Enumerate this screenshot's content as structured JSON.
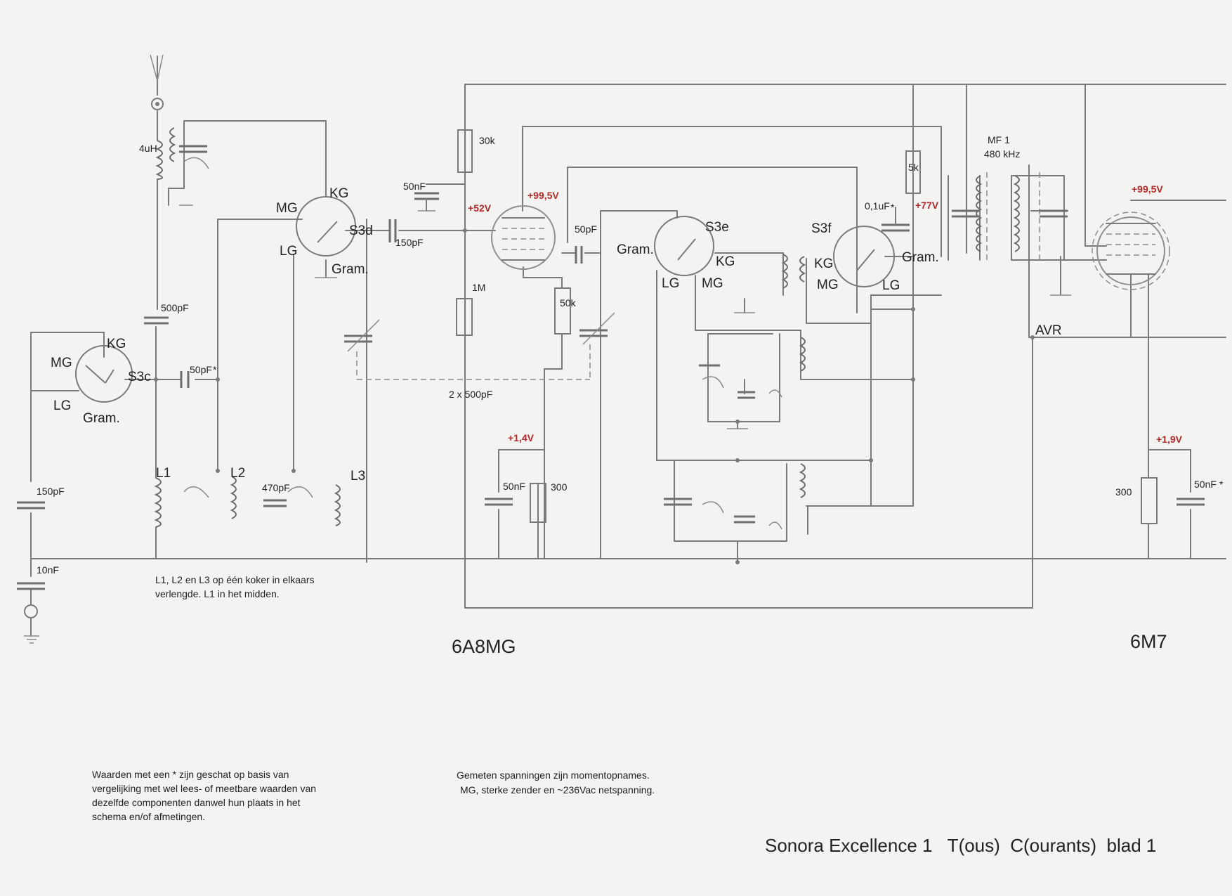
{
  "antenna": {
    "inductor": "4uH"
  },
  "switches": {
    "s3c": {
      "name": "S3c",
      "kg": "KG",
      "mg": "MG",
      "lg": "LG",
      "gram": "Gram."
    },
    "s3d": {
      "name": "S3d",
      "kg": "KG",
      "mg": "MG",
      "lg": "LG",
      "gram": "Gram."
    },
    "s3e": {
      "name": "S3e",
      "kg": "KG",
      "mg": "MG",
      "lg": "LG",
      "gram": "Gram."
    },
    "s3f": {
      "name": "S3f",
      "kg": "KG",
      "mg": "MG",
      "lg": "LG",
      "gram": "Gram."
    }
  },
  "components": {
    "c500": "500pF",
    "c50a": "50pF",
    "c150a": "150pF",
    "c10n": "10nF",
    "l1": "L1",
    "l2": "L2",
    "l3": "L3",
    "c470": "470pF",
    "c50n_top": "50nF",
    "c150b": "150pF",
    "r30k": "30k",
    "r1m": "1M",
    "c50b": "50pF",
    "r50k": "50k",
    "tuning": "2 x 500pF",
    "c50n_cath": "50nF",
    "r300a": "300",
    "r5k": "5k",
    "c01u": "0,1uF",
    "if1": "MF 1",
    "if1_freq": "480 kHz",
    "avr": "AVR",
    "r300b": "300",
    "c50n_b": "50nF"
  },
  "voltages": {
    "v52": "+52V",
    "v99a": "+99,5V",
    "v14": "+1,4V",
    "v77": "+77V",
    "v99b": "+99,5V",
    "v19": "+1,9V"
  },
  "tubes": {
    "t1": "6A8MG",
    "t2": "6M7"
  },
  "notes": {
    "coils_1": "L1, L2 en L3 op één koker in elkaars",
    "coils_2": "verlengde.     L1 in het midden.",
    "est_1": "Waarden met een *  zijn geschat op basis van",
    "est_2": "vergelijking met wel lees- of meetbare waarden van",
    "est_3": "dezelfde componenten danwel hun plaats in het",
    "est_4": "schema en/of afmetingen.",
    "meas_1": "Gemeten spanningen zijn momentopnames.",
    "meas_2": "MG, sterke zender en ~236Vac netspanning."
  },
  "title": "Sonora Excellence 1   T(ous)  C(ourants)  blad 1"
}
